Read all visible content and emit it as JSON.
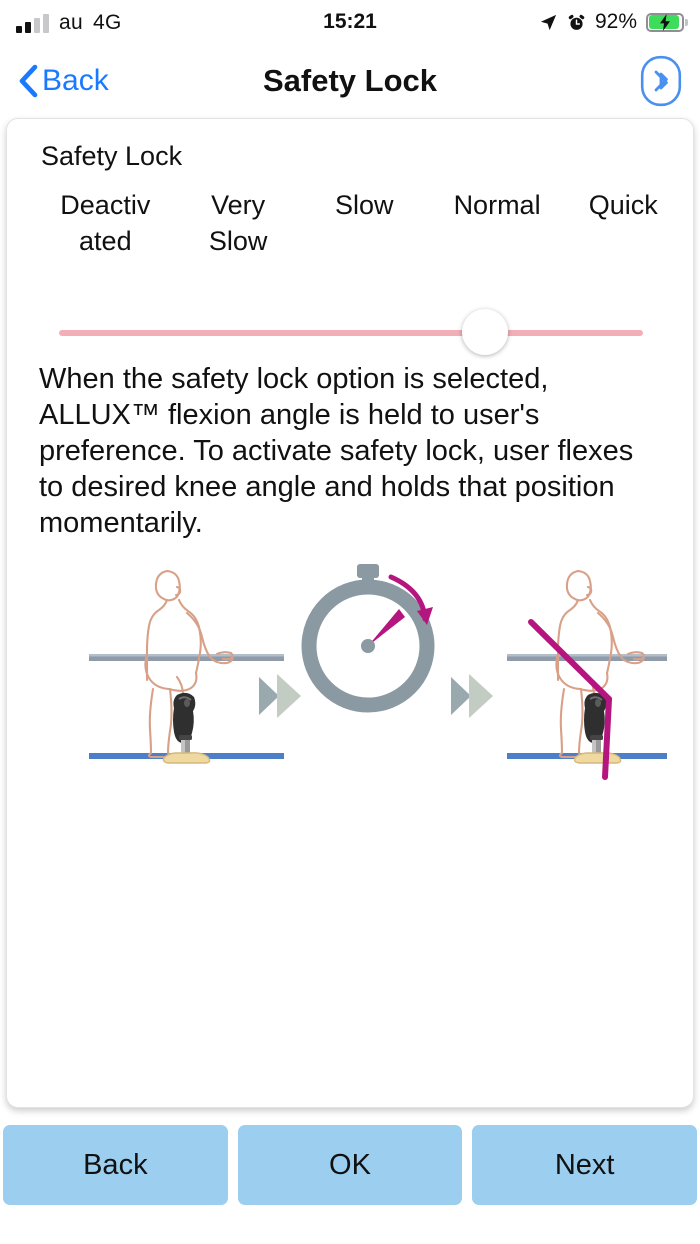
{
  "status_bar": {
    "carrier": "au",
    "network": "4G",
    "time": "15:21",
    "battery_percent": "92%",
    "signal_bars_filled": 2,
    "signal_bars_total": 4,
    "icons": [
      "location-arrow-icon",
      "alarm-clock-icon",
      "battery-charging-icon"
    ]
  },
  "nav": {
    "back_label": "Back",
    "title": "Safety Lock",
    "bluetooth_icon": "bluetooth-icon"
  },
  "content": {
    "section_title": "Safety Lock",
    "slider": {
      "labels": [
        "Deactiv ated",
        "Very Slow",
        "Slow",
        "Normal",
        "Quick"
      ],
      "label_lines": [
        [
          "Deactiv",
          "ated"
        ],
        [
          "Very",
          "Slow"
        ],
        [
          "Slow"
        ],
        [
          "Normal"
        ],
        [
          "Quick"
        ]
      ],
      "positions_pct": [
        13,
        33,
        52,
        72,
        91
      ],
      "value_index": 3,
      "value_label": "Normal",
      "thumb_pct": 73,
      "track_color": "#f2afb8",
      "thumb_color": "#ffffff"
    },
    "description": "When the safety lock option is selected, ALLUX™ flexion angle is held to user's preference. To activate safety lock, user flexes to desired knee angle and holds that position momentarily.",
    "illustration": {
      "name": "safety-lock-diagram",
      "panels": [
        "standing-with-prosthesis-figure",
        "stopwatch-hold-timer",
        "flexed-knee-angle-figure"
      ],
      "separators": [
        "double-chevron-arrow",
        "double-chevron-arrow"
      ],
      "colors": {
        "body_outline": "#d9a088",
        "handrail": "#8e9bab",
        "ground": "#4d7ec8",
        "prosthesis": "#2b2b2b",
        "shoe": "#efd9a0",
        "accent_magenta": "#b5157e",
        "stopwatch_gray": "#8b99a3",
        "chevron_dark": "#9aa9ae",
        "chevron_light": "#c2ccc2"
      }
    }
  },
  "footer": {
    "buttons": [
      {
        "label": "Back",
        "name": "footer-back-button"
      },
      {
        "label": "OK",
        "name": "footer-ok-button"
      },
      {
        "label": "Next",
        "name": "footer-next-button"
      }
    ],
    "button_color": "#9bceef"
  }
}
